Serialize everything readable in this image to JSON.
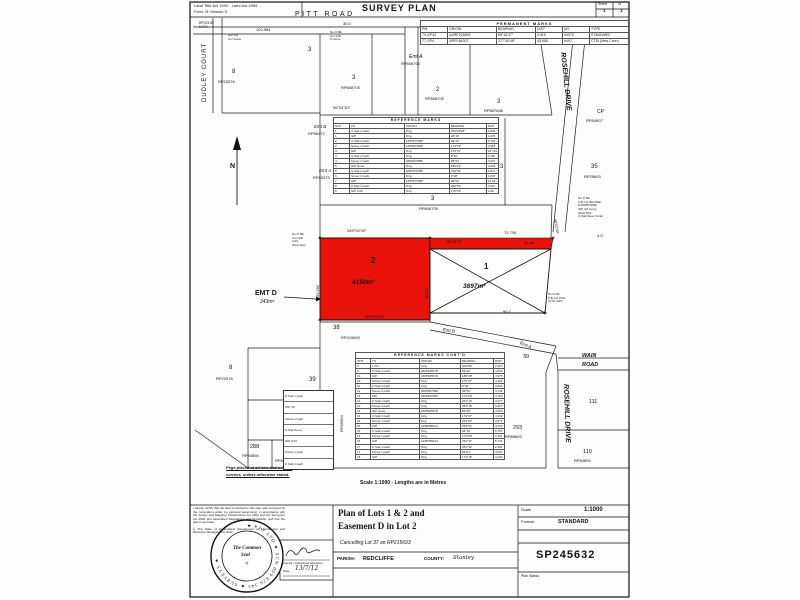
{
  "header": {
    "act_line": "Land Title Act 1994 · Land Act 1994",
    "form_line": "Form 21 Version 3",
    "title": "SURVEY PLAN",
    "sheet_label": "Sheet",
    "of_label": "of",
    "sheet_value": "1",
    "of_value": "1"
  },
  "roads": {
    "pitt": "PITT ROAD",
    "dudley": "DUDLEY COURT",
    "rosehill_top": "ROSEHILL DRIVE",
    "rosehill_bottom": "ROSEHILL DRIVE",
    "wain1": "WAIN",
    "wain2": "ROAD"
  },
  "drawing": {
    "north": "N",
    "emt_a_top": {
      "label": "Emt A",
      "rp": "RP808705"
    },
    "emt_b_mid": {
      "label": "Emt B",
      "rp": "RP85372"
    },
    "emt_a_mid": {
      "label": "Emt A",
      "rp": "RP85373"
    },
    "emt_b_low": "Emt B",
    "emt_a_low": "Emt A",
    "lots": {
      "lot8_top": {
        "num": "8",
        "rp": "RP22576"
      },
      "lot3_a": {
        "num": "3"
      },
      "lot3_b": {
        "num": "3",
        "rp": "RP808705"
      },
      "lot2_top": {
        "num": "2",
        "rp": "RP808705"
      },
      "lot3_c": {
        "num": "3",
        "rp": "RP867648"
      },
      "lot3_d": {
        "num": "3",
        "rp": "RP808705"
      },
      "lot3_e": {
        "num": "3"
      },
      "lot35": {
        "num": "35",
        "rp": "RP25693"
      },
      "cp": {
        "num": "CP",
        "rp": "RP84907"
      },
      "lot38": {
        "num": "38",
        "rp": "RP215693"
      },
      "lot39_left": {
        "num": "39",
        "rp": "RP85693"
      },
      "lot8_bottom": {
        "num": "8",
        "rp": "RP22578"
      },
      "lot288": {
        "num": "288",
        "rp": "RP84894"
      },
      "lot289": {
        "num": "289",
        "rp": "RP85694"
      },
      "lot293": {
        "num": "293",
        "rp": "RP85693"
      },
      "lot110": {
        "num": "110",
        "rp": "RP84894"
      },
      "lot111": {
        "num": "111"
      },
      "lot39_right": {
        "num": "39"
      }
    },
    "parcel2": {
      "num": "2",
      "area": "4150m²"
    },
    "parcel1": {
      "num": "1",
      "area": "3897m²"
    },
    "emt_d": {
      "label": "EMT D",
      "area": "243m²"
    },
    "dims": {
      "top_bearing": "269°04'30″",
      "strip_bearing": "89°18'15″",
      "strip_dist": "72.709",
      "strip_note": "(15-18)",
      "corner_note": "4-0",
      "right_bearing": "90°52'30″",
      "west_dist": "50.292",
      "mid_dist": "45.720",
      "bottom_bearing": "269°04'30″",
      "bottom_dist": "90.7",
      "left_bearing": "96°04'30″",
      "pitt_dist": "100.584",
      "pitt_small": "30.0"
    },
    "notes": {
      "topleft": [
        "RP22105",
        "N.T.S"
      ],
      "topleft2": [
        "GIP (O)",
        "Cor Gone"
      ],
      "topmid": [
        "No O Mk",
        "Cor GIP",
        "O Gone"
      ],
      "redleft": [
        "No O Mk",
        "Cor GIP",
        "0.03",
        "(Now Rot)"
      ],
      "right_top": [
        "No O Mk",
        "S.E Cor Brk Pillar",
        "(1/RP867388)",
        "GIP (O) Gone",
        "(Now RO)",
        "O Nail (New Conn)"
      ],
      "right_bottom": [
        "Sc O Mk",
        "S.E Cor Post",
        "(O.M. GIP)"
      ],
      "left_box": [
        "O Nail in kerb",
        "GIP (O)",
        "Screw in kerb",
        "O Nail Gone",
        "GIP 0.03",
        "Screw in kerb",
        "O Nail in kerb"
      ]
    },
    "pegs_note": [
      "Pegs placed at all new and original",
      "corners, unless otherwise stated."
    ],
    "scale_note": "Scale 1:1000  -  Lengths are in Metres"
  },
  "tables": {
    "permanent": {
      "title": "PERMANENT MARKS",
      "columns": [
        "PM",
        "ORIGIN",
        "BEARING",
        "DIST",
        "NO",
        "TYPE"
      ],
      "rows": [
        [
          "79-GP44",
          "44/RP215693",
          "89°18'47″",
          "0.915",
          "94379",
          "STANDARD"
        ],
        [
          "77-GP4",
          "4/RP184307",
          "277°40'45″",
          "45.958",
          "6497",
          "CTSI (New Conn)"
        ]
      ]
    },
    "reference": {
      "title": "REFERENCE MARKS",
      "columns": [
        "STN",
        "TO",
        "ORIGIN",
        "BEARING",
        "DIST"
      ],
      "rows": [
        [
          "1",
          "O Nail in kerb",
          "Orig",
          "309°28'06″",
          "4.094"
        ],
        [
          "1",
          "GIP",
          "Orig",
          "26°19'",
          "4.276"
        ],
        [
          "2",
          "O Nail in kerb",
          "1/RP907988",
          "99°16'",
          "3.725"
        ],
        [
          "2",
          "Screw in kerb",
          "1/RP907988",
          "174°29'",
          "4.018"
        ],
        [
          "3",
          "GIP",
          "Orig",
          "279°47'",
          "21.734"
        ],
        [
          "3",
          "O Nail in kerb",
          "Orig",
          "8°52'",
          "4.118"
        ],
        [
          "4",
          "Screw in kerb",
          "4/RP907988",
          "99°04'",
          "3.927"
        ],
        [
          "5",
          "GIP Gone",
          "Orig",
          "189°16'",
          "4.204"
        ],
        [
          "6",
          "O Nail in kerb",
          "4/RP907988",
          "279°04'",
          "3.871"
        ],
        [
          "6",
          "Screw in kerb",
          "Orig",
          "9°28'",
          "4.047"
        ],
        [
          "7",
          "GIP",
          "1/RP907988",
          "99°52'",
          "21.62"
        ],
        [
          "8",
          "O Nail in kerb",
          "Orig",
          "269°04'",
          "3.927"
        ],
        [
          "8",
          "GIP 0.03",
          "Orig",
          "179°18'",
          "4.29"
        ]
      ]
    },
    "reference_contd": {
      "title": "REFERENCE MARKS CONT'D",
      "columns": [
        "STN",
        "TO",
        "ORIGIN",
        "BEARING",
        "DIST"
      ],
      "rows": [
        [
          "9",
          "1 Pol",
          "Orig",
          "309°05'",
          "2.467"
        ],
        [
          "9",
          "O Nail in kerb",
          "3/RP905578",
          "99°16'",
          "4.563"
        ],
        [
          "10",
          "GIP",
          "3/RP905578",
          "189°28'",
          "3.975"
        ],
        [
          "10",
          "Screw in kerb",
          "Orig",
          "279°47'",
          "4.118"
        ],
        [
          "11",
          "O Nail in kerb",
          "Orig",
          "9°04'",
          "3.842"
        ],
        [
          "11",
          "Screw in kerb",
          "6/RP907988",
          "99°52'",
          "4.736"
        ],
        [
          "12",
          "GIP",
          "6/RP907988",
          "174°29'",
          "4.753"
        ],
        [
          "12",
          "O Nail in kerb",
          "Orig",
          "264°16'",
          "4.277"
        ],
        [
          "13",
          "Screw in kerb",
          "Orig",
          "354°18'",
          "3.927"
        ],
        [
          "13",
          "GIP Gone",
          "2/RP905578",
          "84°28'",
          "4.563"
        ],
        [
          "14",
          "O Nail in kerb",
          "Orig",
          "174°47'",
          "4.132"
        ],
        [
          "14",
          "Screw in kerb",
          "Orig",
          "264°52'",
          "3.871"
        ],
        [
          "15",
          "GIP",
          "12/RP86314",
          "354°04'",
          "4.433"
        ],
        [
          "15",
          "O Nail in kerb",
          "Orig",
          "84°16'",
          "6.757"
        ],
        [
          "16",
          "Screw in kerb",
          "Orig",
          "174°28'",
          "2.451"
        ],
        [
          "16",
          "GIP",
          "12/RP86314",
          "264°47'",
          "5.733"
        ],
        [
          "17",
          "O Nail in kerb",
          "Orig",
          "354°52'",
          "2.481"
        ],
        [
          "17",
          "Screw in kerb",
          "Orig",
          "84°04'",
          "4.062"
        ],
        [
          "18",
          "GIP",
          "Orig",
          "174°16'",
          "4.433"
        ]
      ]
    }
  },
  "certification": {
    "p1": "I hereby certify that the land comprised in this plan was surveyed by the corporation under my personal supervision, in accordance with the Survey and Mapping Infrastructure Act 2003 and the Surveyors Act 2003 and associated Regulations and Standards, and that the plan is accurate.",
    "p2": "© The State of Queensland (Department of Environment and Resource Management) 2012"
  },
  "seal": {
    "ring": "★ PTY LTD ★ ACN 009 826 345 ★ SURVEYS ★",
    "line1": "The Common",
    "line2": "Seal",
    "line3": "of"
  },
  "signature": {
    "caption": "Director / Authorised Signatory",
    "date_label": "Date",
    "date_value": "13/7/12"
  },
  "title_block": {
    "title_line1": "Plan of Lots 1 & 2 and",
    "title_line2": "Easement D in Lot 2",
    "cancelling": "Cancelling Lot 37 on RP215693",
    "parish_label": "PARISH:",
    "parish": "REDCLIFFE",
    "county_label": "COUNTY:",
    "county": "Stanley",
    "scale_label": "Scale",
    "scale": "1:1000",
    "format_label": "Format:",
    "format": "STANDARD",
    "plan_number": "SP245632",
    "status_label": "Plan Status"
  }
}
